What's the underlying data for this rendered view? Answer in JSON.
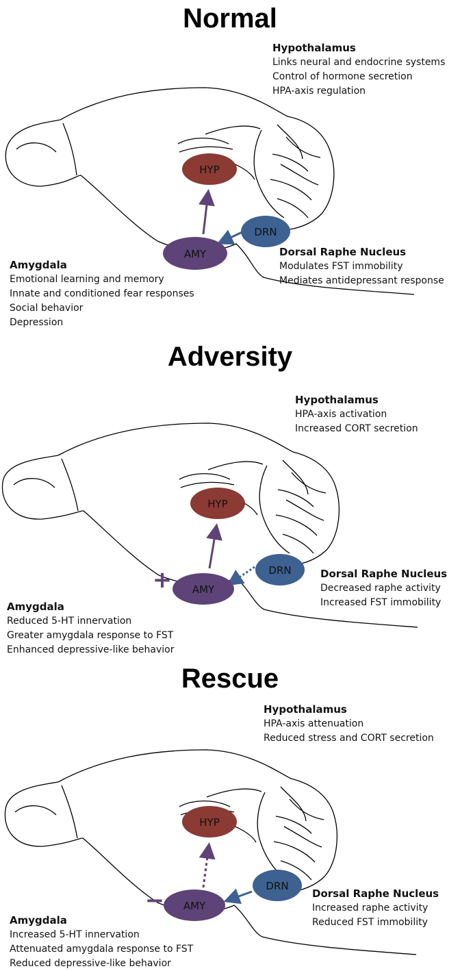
{
  "colors": {
    "hyp_fill": "#8b3a34",
    "amy_fill": "#5e4378",
    "drn_fill": "#3d6190",
    "amy_arrow": "#5e4378",
    "drn_arrow": "#3d6190",
    "outline": "#000000"
  },
  "panels": [
    {
      "title": "Normal",
      "nodes": {
        "hyp": "HYP",
        "amy": "AMY",
        "drn": "DRN"
      },
      "modulator": "",
      "hypothalamus": {
        "heading": "Hypothalamus",
        "lines": [
          "Links neural and endocrine systems",
          "Control of hormone secretion",
          "HPA-axis regulation"
        ]
      },
      "dorsal_raphe": {
        "heading": "Dorsal Raphe Nucleus",
        "lines": [
          "Modulates FST immobility",
          "Mediates antidepressant response"
        ]
      },
      "amygdala": {
        "heading": "Amygdala",
        "lines": [
          "Emotional learning and memory",
          "Innate and conditioned fear responses",
          "Social behavior",
          "Depression"
        ]
      }
    },
    {
      "title": "Adversity",
      "nodes": {
        "hyp": "HYP",
        "amy": "AMY",
        "drn": "DRN"
      },
      "modulator": "+",
      "hypothalamus": {
        "heading": "Hypothalamus",
        "lines": [
          "HPA-axis activation",
          "Increased CORT secretion"
        ]
      },
      "dorsal_raphe": {
        "heading": "Dorsal Raphe Nucleus",
        "lines": [
          "Decreased raphe activity",
          "Increased FST immobility"
        ]
      },
      "amygdala": {
        "heading": "Amygdala",
        "lines": [
          "Reduced 5-HT innervation",
          "Greater amygdala response to FST",
          "Enhanced depressive-like behavior"
        ]
      }
    },
    {
      "title": "Rescue",
      "nodes": {
        "hyp": "HYP",
        "amy": "AMY",
        "drn": "DRN"
      },
      "modulator": "−",
      "hypothalamus": {
        "heading": "Hypothalamus",
        "lines": [
          "HPA-axis attenuation",
          "Reduced stress and CORT secretion"
        ]
      },
      "dorsal_raphe": {
        "heading": "Dorsal Raphe Nucleus",
        "lines": [
          "Increased raphe activity",
          "Reduced FST immobility"
        ]
      },
      "amygdala": {
        "heading": "Amygdala",
        "lines": [
          "Increased 5-HT innervation",
          "Attenuated amygdala response to FST",
          "Reduced depressive-like behavior"
        ]
      }
    }
  ]
}
